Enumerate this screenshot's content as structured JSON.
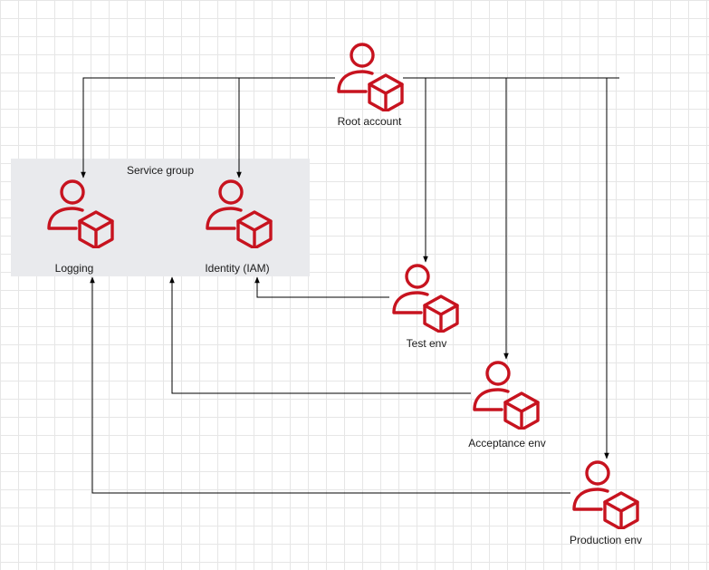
{
  "group": {
    "label": "Service group"
  },
  "nodes": {
    "root": {
      "label": "Root account",
      "icon": "account-cube-icon"
    },
    "logging": {
      "label": "Logging",
      "icon": "account-cube-icon"
    },
    "identity": {
      "label": "Identity (IAM)",
      "icon": "account-cube-icon"
    },
    "test": {
      "label": "Test env",
      "icon": "account-cube-icon"
    },
    "acceptance": {
      "label": "Acceptance env",
      "icon": "account-cube-icon"
    },
    "production": {
      "label": "Production env",
      "icon": "account-cube-icon"
    }
  },
  "colors": {
    "icon": "#c7131f",
    "edge": "#000000",
    "group_fill": "#e9eaed"
  }
}
